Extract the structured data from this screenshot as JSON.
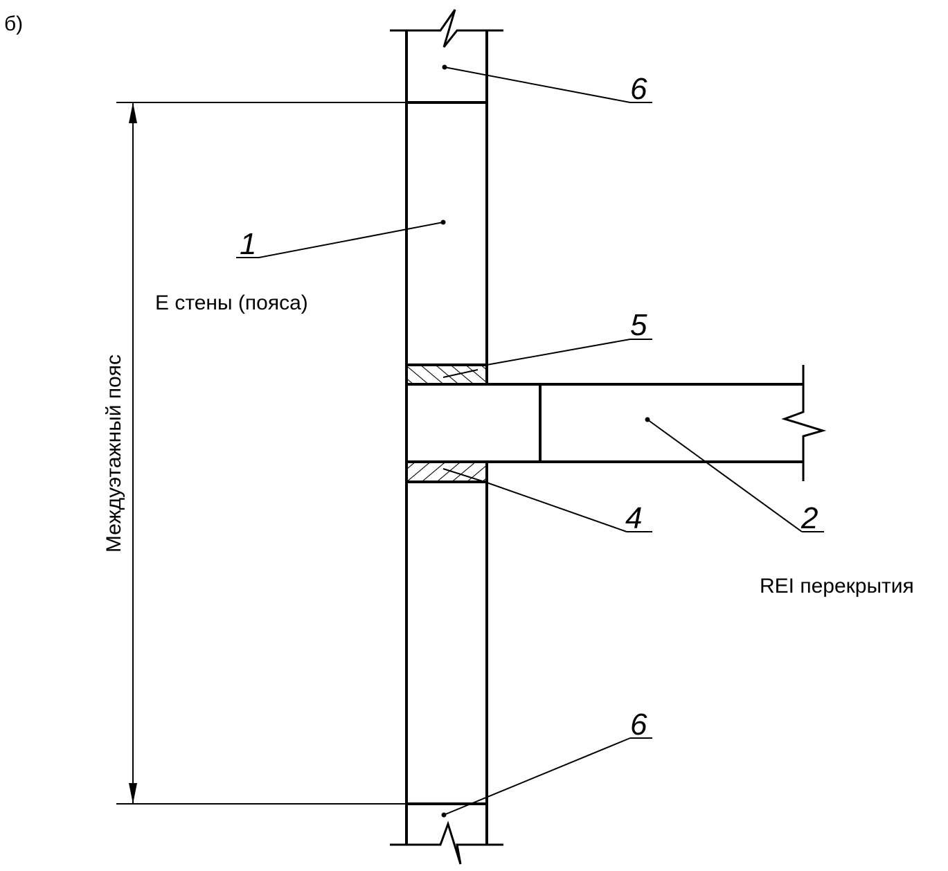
{
  "diagram": {
    "panel_label": "б)",
    "dimension_label": "Междуэтажный пояс",
    "wall_label": "E стены (пояса)",
    "floor_label": "REI перекрытия",
    "callouts": {
      "c1": "1",
      "c2": "2",
      "c4": "4",
      "c5": "5",
      "c6_top": "6",
      "c6_bottom": "6"
    }
  }
}
